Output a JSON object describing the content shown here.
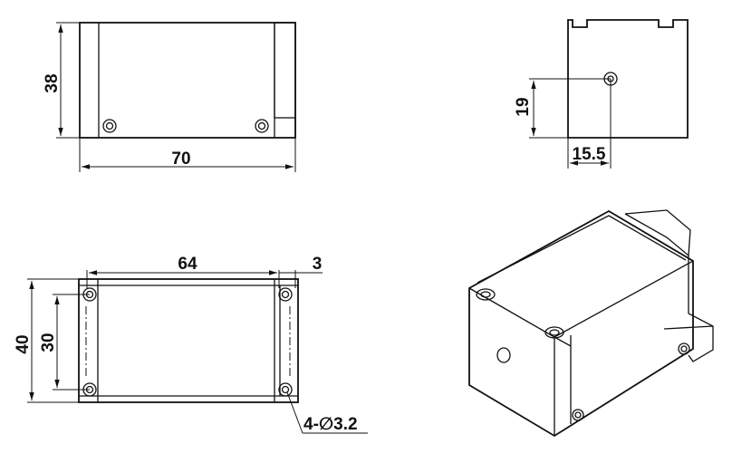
{
  "dimensions": {
    "front_height": "38",
    "front_width": "70",
    "side_height": "19",
    "side_offset": "15.5",
    "base_width": "64",
    "base_flange": "3",
    "base_height_outer": "40",
    "base_height_inner": "30",
    "holes": "4-∅3.2"
  }
}
